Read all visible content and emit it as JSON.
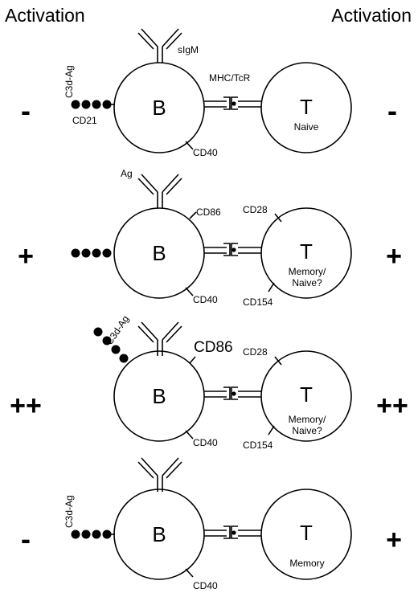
{
  "header": {
    "left": "Activation",
    "right": "Activation"
  },
  "panels": [
    {
      "left_score": "-",
      "right_score": "-",
      "b_label": "B",
      "t_label": "T",
      "receptor_label": "sIgM",
      "interface_label": "MHC/TcR",
      "chain_label": "C3d-Ag",
      "cd21_label": "CD21",
      "b_cd40": "CD40",
      "t_status": "Naive"
    },
    {
      "left_score": "+",
      "right_score": "+",
      "b_label": "B",
      "t_label": "T",
      "antigen_label": "Ag",
      "b_cd86": "CD86",
      "b_cd40": "CD40",
      "t_cd28": "CD28",
      "t_cd154": "CD154",
      "t_status_1": "Memory/",
      "t_status_2": "Naive?"
    },
    {
      "left_score": "++",
      "right_score": "++",
      "b_label": "B",
      "t_label": "T",
      "chain_label": "C3d-Ag",
      "b_cd86": "CD86",
      "b_cd40": "CD40",
      "t_cd28": "CD28",
      "t_cd154": "CD154",
      "t_status_1": "Memory/",
      "t_status_2": "Naive?"
    },
    {
      "left_score": "-",
      "right_score": "+",
      "b_label": "B",
      "t_label": "T",
      "chain_label": "C3d-Ag",
      "b_cd40": "CD40",
      "t_status": "Memory"
    }
  ]
}
